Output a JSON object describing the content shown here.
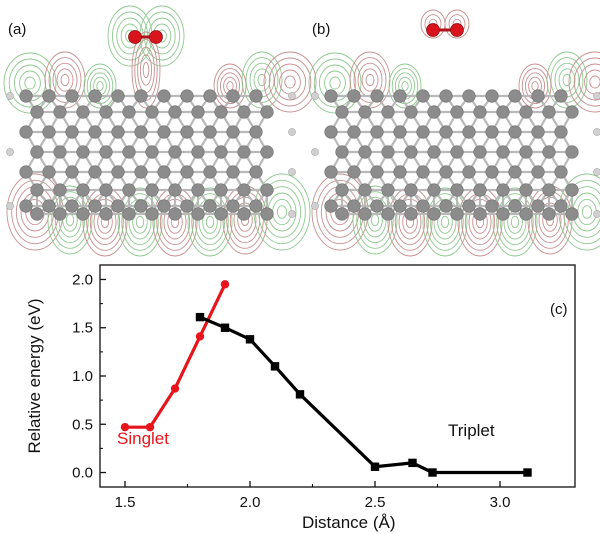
{
  "panels": {
    "a": "(a)",
    "b": "(b)",
    "c": "(c)"
  },
  "chart_data": {
    "type": "line",
    "xlabel": "Distance (Å)",
    "ylabel": "Relative energy (eV)",
    "xlim": [
      1.4,
      3.3
    ],
    "ylim": [
      -0.15,
      2.15
    ],
    "x_ticks": [
      "1.5",
      "2.0",
      "2.5",
      "3.0"
    ],
    "y_ticks": [
      "0.0",
      "0.5",
      "1.0",
      "1.5",
      "2.0"
    ],
    "grid": false,
    "series": [
      {
        "name": "Singlet",
        "color": "#e8141b",
        "marker": "circle",
        "x": [
          1.5,
          1.6,
          1.7,
          1.8,
          1.9
        ],
        "y": [
          0.47,
          0.47,
          0.87,
          1.41,
          1.95
        ]
      },
      {
        "name": "Triplet",
        "color": "#000000",
        "marker": "square",
        "x": [
          1.8,
          1.9,
          2.0,
          2.1,
          2.2,
          2.5,
          2.65,
          2.73,
          3.11
        ],
        "y": [
          1.61,
          1.5,
          1.38,
          1.1,
          0.81,
          0.06,
          0.1,
          0.0,
          0.0
        ]
      }
    ]
  },
  "colors": {
    "carbon": "#8c8c8c",
    "hydrogen": "#d0d0d0",
    "oxygen": "#d8141c",
    "contour_red": "#c98f8f",
    "contour_green": "#8fc98f",
    "bond": "#b9b9b9"
  }
}
